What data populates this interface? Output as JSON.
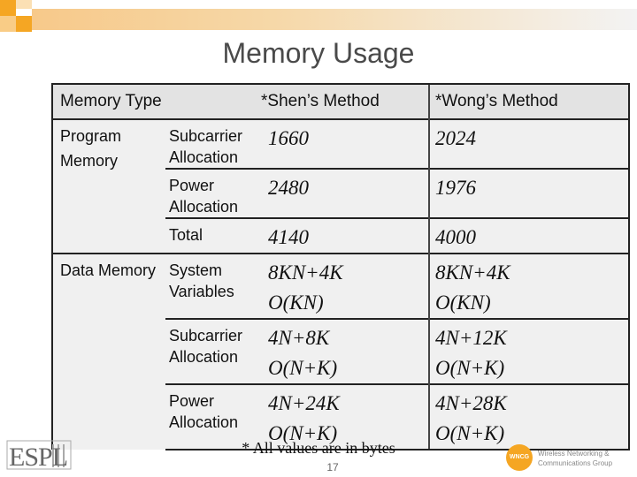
{
  "slide": {
    "title": "Memory Usage",
    "footnote": "* All values are in bytes",
    "page_number": "17"
  },
  "table": {
    "headers": [
      "Memory Type",
      "*Shen’s Method",
      "*Wong’s Method"
    ],
    "groups": [
      {
        "type_label": "Program Memory",
        "rows": [
          {
            "sub": "Subcarrier Allocation",
            "shen": [
              "1660"
            ],
            "wong": [
              "2024"
            ]
          },
          {
            "sub": "Power Allocation",
            "shen": [
              "2480"
            ],
            "wong": [
              "1976"
            ]
          },
          {
            "sub": "Total",
            "shen": [
              "4140"
            ],
            "wong": [
              "4000"
            ]
          }
        ]
      },
      {
        "type_label": "Data Memory",
        "rows": [
          {
            "sub": "System Variables",
            "shen": [
              "8KN+4K",
              "O(KN)"
            ],
            "wong": [
              "8KN+4K",
              "O(KN)"
            ]
          },
          {
            "sub": "Subcarrier Allocation",
            "shen": [
              "4N+8K",
              "O(N+K)"
            ],
            "wong": [
              "4N+12K",
              "O(N+K)"
            ]
          },
          {
            "sub": "Power Allocation",
            "shen": [
              "4N+24K",
              "O(N+K)"
            ],
            "wong": [
              "4N+28K",
              "O(N+K)"
            ]
          }
        ]
      }
    ]
  },
  "logos": {
    "left_logo_text": "ESPL",
    "right_logo_badge": "WNCG",
    "right_logo_line1": "Wireless Networking &",
    "right_logo_line2": "Communications Group"
  },
  "colors": {
    "accent_orange": "#f5a623",
    "header_bg": "#e3e3e3",
    "body_bg": "#f0f0f0"
  }
}
